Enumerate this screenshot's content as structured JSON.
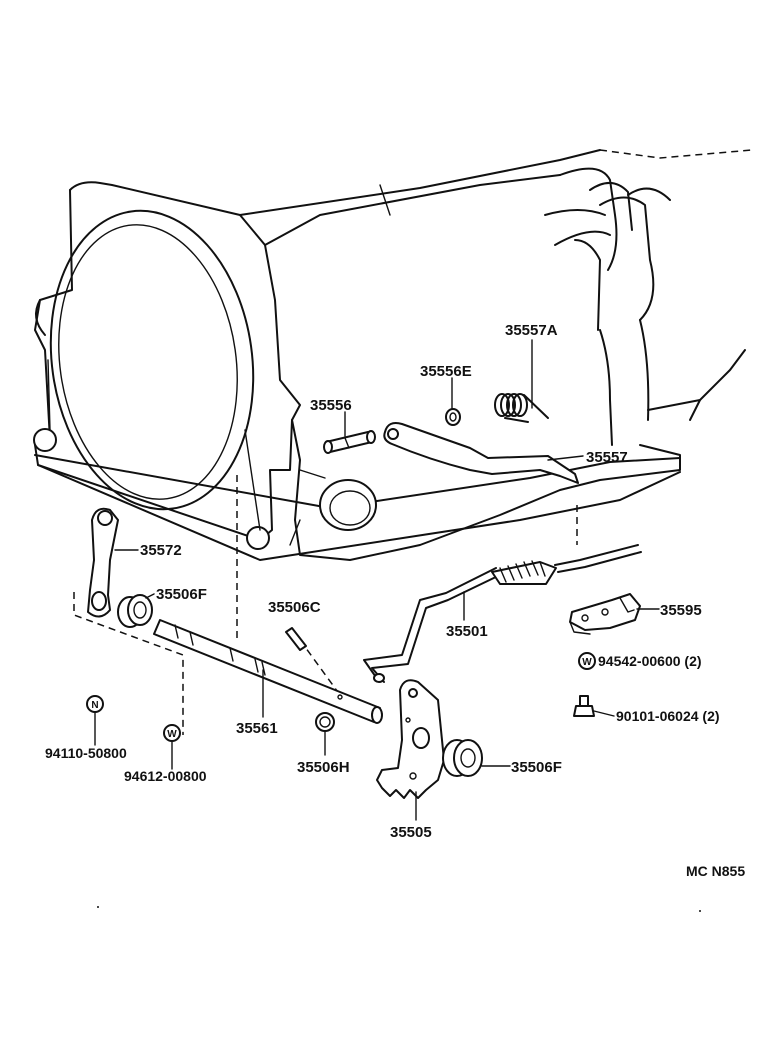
{
  "diagram": {
    "code": "MC N855",
    "callouts": {
      "p35557A": "35557A",
      "p35556E": "35556E",
      "p35556": "35556",
      "p35557": "35557",
      "p35572": "35572",
      "p35506F_left": "35506F",
      "p35506C": "35506C",
      "p35501": "35501",
      "p35595": "35595",
      "p94542": "94542-00600 (2)",
      "p90101": "90101-06024 (2)",
      "p94110": "94110-50800",
      "p94612": "94612-00800",
      "p35561": "35561",
      "p35506H": "35506H",
      "p35506F_right": "35506F",
      "p35505": "35505"
    },
    "symbols": {
      "n": "N",
      "w": "W"
    }
  }
}
